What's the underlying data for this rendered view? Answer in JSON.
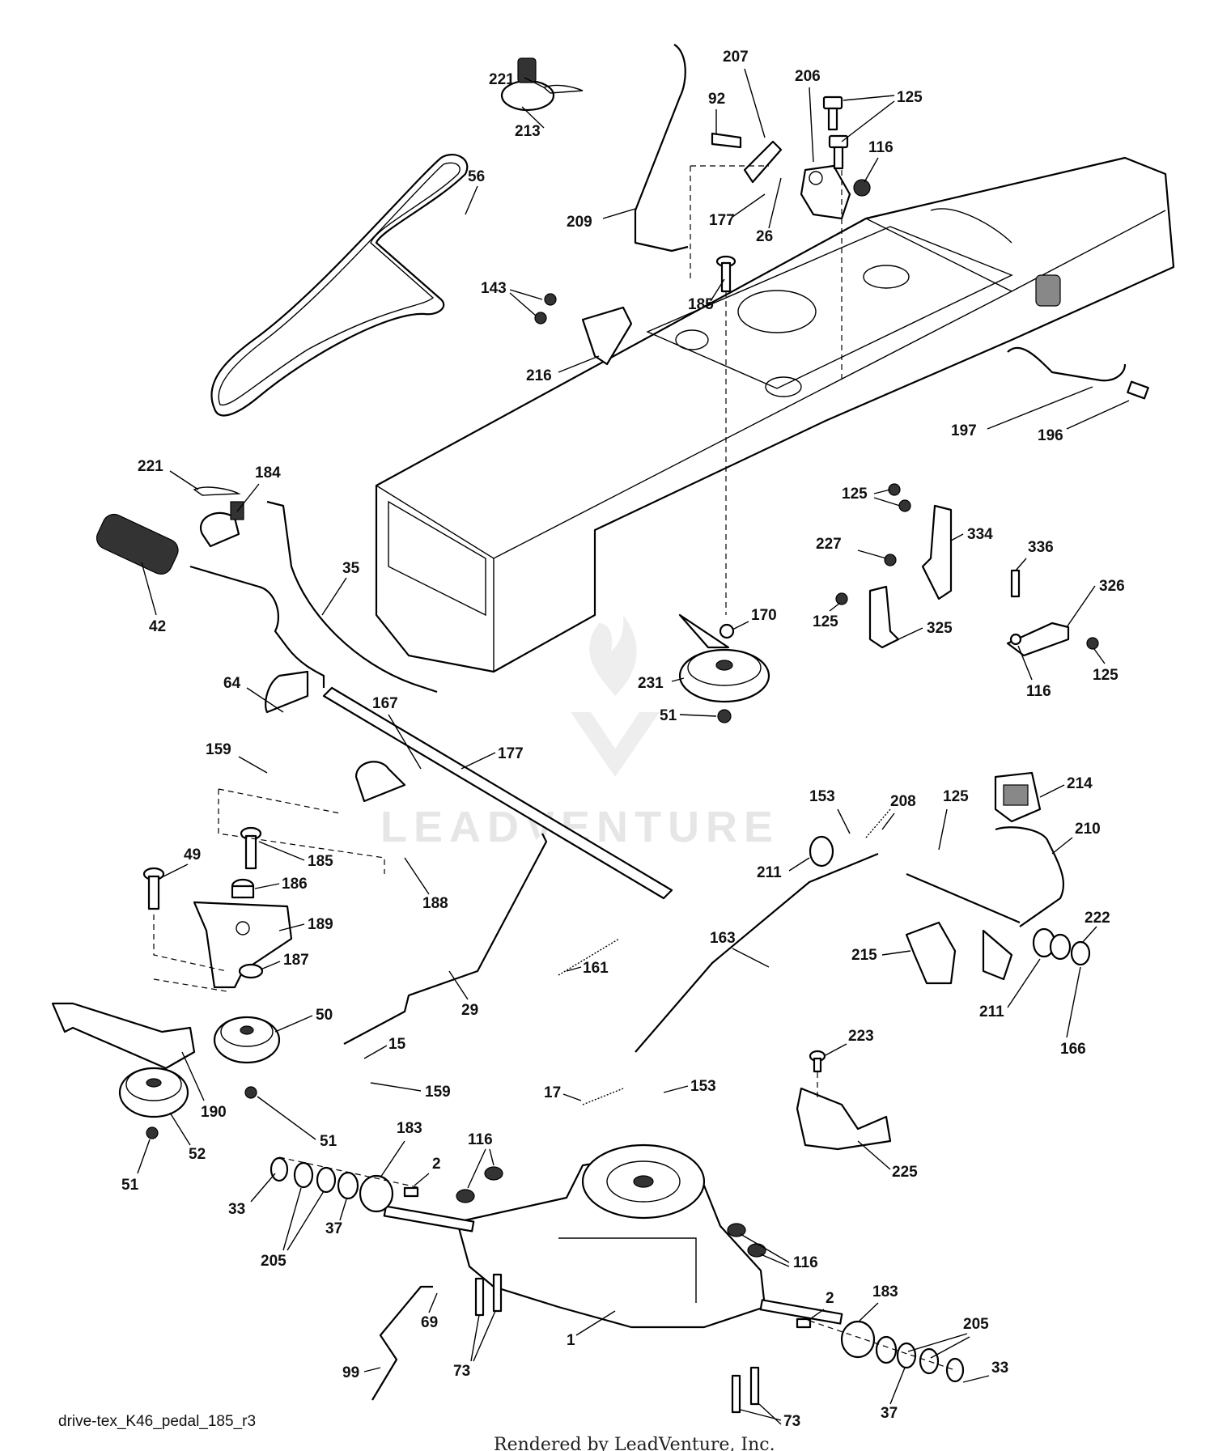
{
  "diagram": {
    "drawing_id": "drive-tex_K46_pedal_185_r3",
    "rendered_by": "Rendered by LeadVenture, Inc.",
    "watermark": "LEADVENTURE"
  },
  "callouts": [
    "221",
    "213",
    "56",
    "92",
    "207",
    "206",
    "125",
    "116",
    "177",
    "26",
    "209",
    "185",
    "143",
    "216",
    "197",
    "196",
    "221",
    "184",
    "35",
    "42",
    "64",
    "167",
    "177",
    "159",
    "185",
    "186",
    "189",
    "49",
    "188",
    "187",
    "50",
    "161",
    "29",
    "15",
    "159",
    "51",
    "190",
    "52",
    "51",
    "125",
    "334",
    "227",
    "336",
    "326",
    "125",
    "170",
    "231",
    "325",
    "125",
    "116",
    "51",
    "214",
    "153",
    "208",
    "125",
    "210",
    "211",
    "163",
    "222",
    "215",
    "211",
    "166",
    "223",
    "225",
    "17",
    "153",
    "183",
    "116",
    "2",
    "33",
    "205",
    "37",
    "116",
    "183",
    "2",
    "69",
    "1",
    "99",
    "73",
    "205",
    "33",
    "37",
    "73"
  ]
}
